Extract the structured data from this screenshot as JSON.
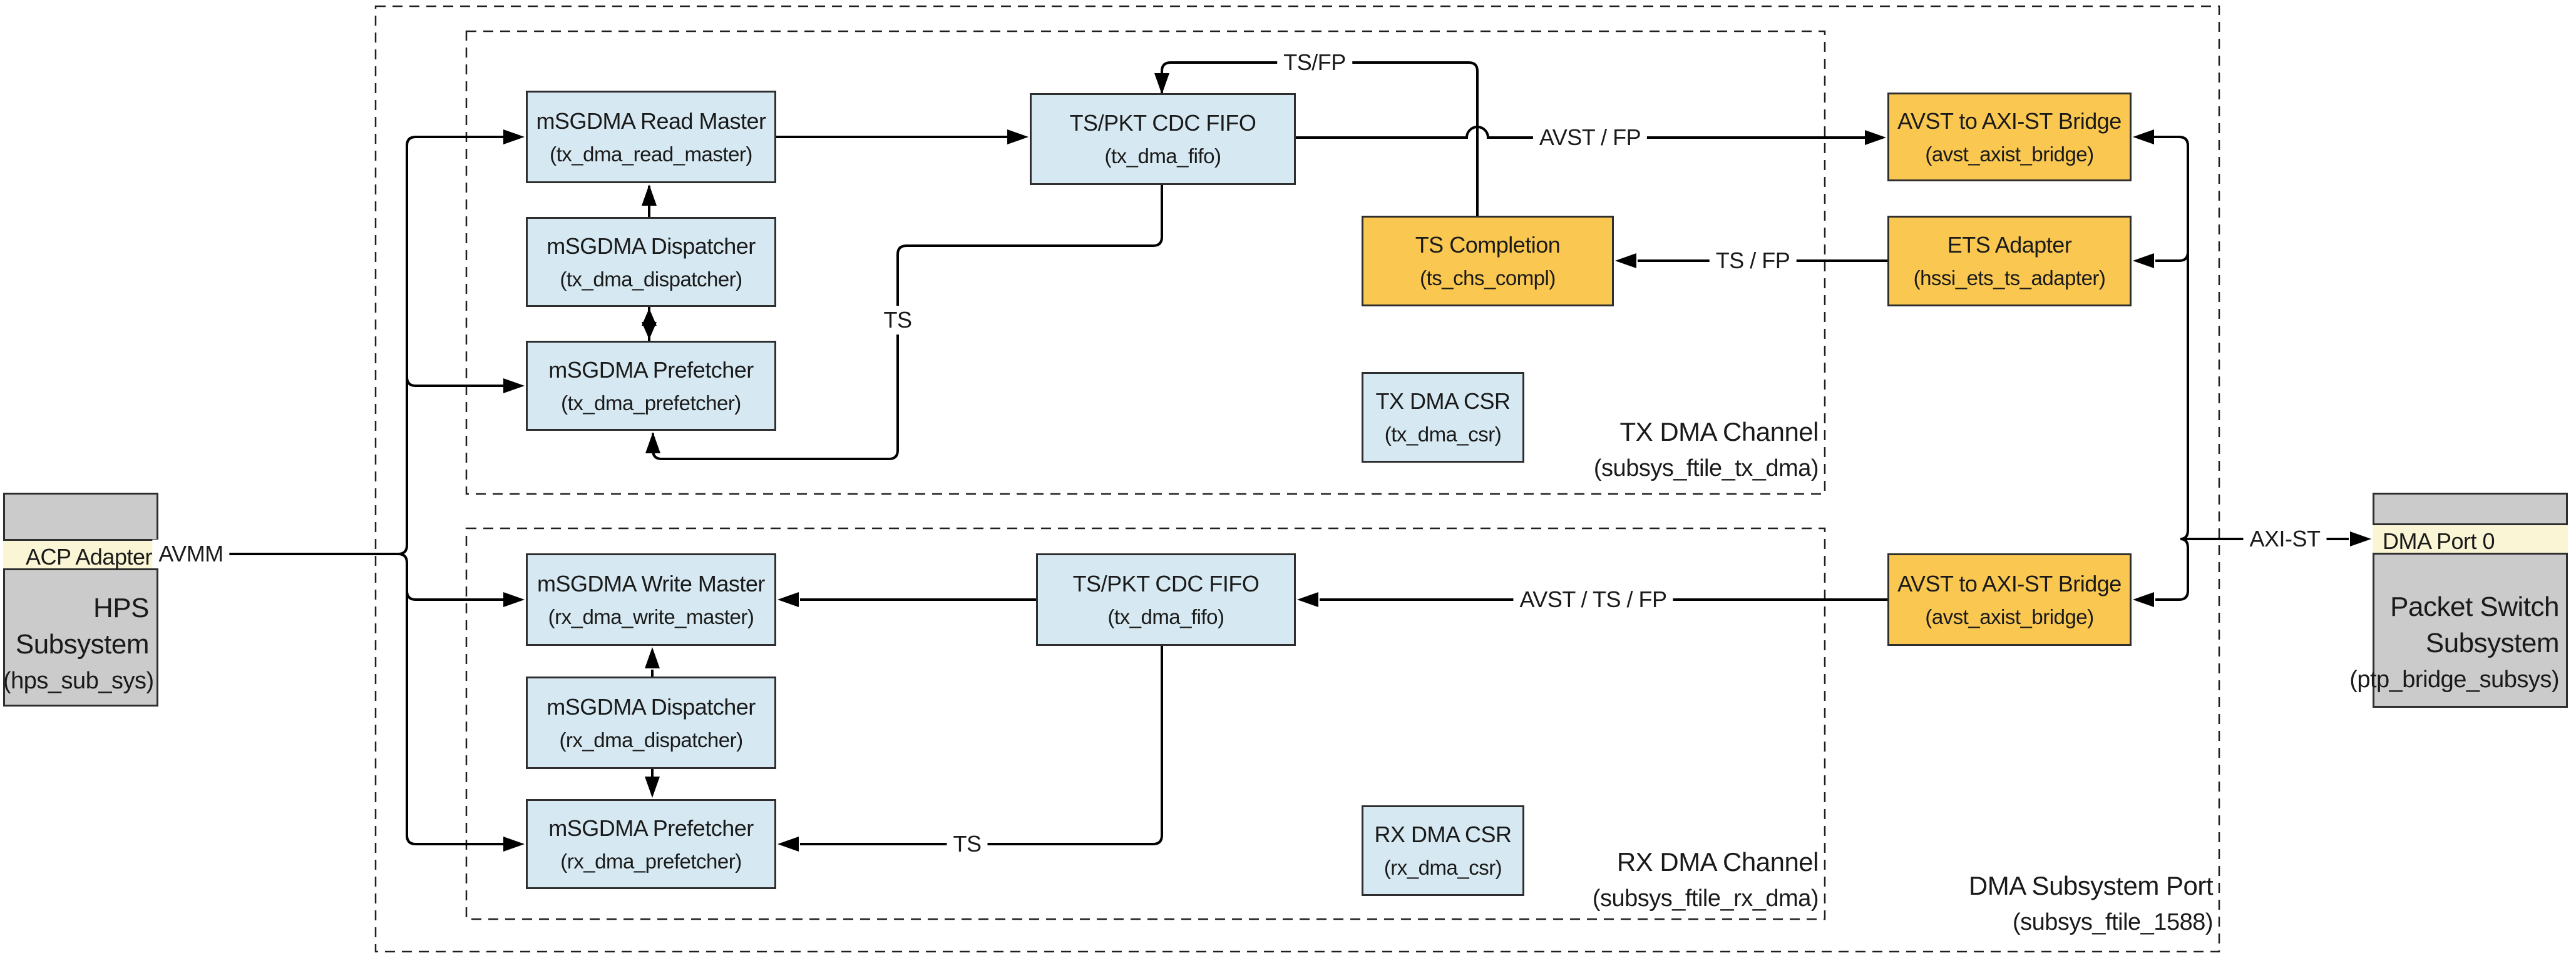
{
  "diagram": {
    "outer_section": {
      "title": "DMA Subsystem Port",
      "name": "(subsys_ftile_1588)"
    },
    "tx_section": {
      "title": "TX DMA Channel",
      "name": "(subsys_ftile_tx_dma)"
    },
    "rx_section": {
      "title": "RX DMA Channel",
      "name": "(subsys_ftile_rx_dma)"
    },
    "blocks": {
      "tx_read_master": {
        "title": "mSGDMA Read Master",
        "name": "(tx_dma_read_master)"
      },
      "tx_dispatcher": {
        "title": "mSGDMA Dispatcher",
        "name": "(tx_dma_dispatcher)"
      },
      "tx_prefetcher": {
        "title": "mSGDMA Prefetcher",
        "name": "(tx_dma_prefetcher)"
      },
      "tx_fifo": {
        "title": "TS/PKT CDC FIFO",
        "name": "(tx_dma_fifo)"
      },
      "tx_csr": {
        "title": "TX DMA CSR",
        "name": "(tx_dma_csr)"
      },
      "ts_completion": {
        "title": "TS Completion",
        "name": "(ts_chs_compl)"
      },
      "bridge_tx": {
        "title": "AVST to AXI-ST Bridge",
        "name": "(avst_axist_bridge)"
      },
      "ets_adapter": {
        "title": "ETS Adapter",
        "name": "(hssi_ets_ts_adapter)"
      },
      "rx_write_master": {
        "title": "mSGDMA Write Master",
        "name": "(rx_dma_write_master)"
      },
      "rx_dispatcher": {
        "title": "mSGDMA Dispatcher",
        "name": "(rx_dma_dispatcher)"
      },
      "rx_prefetcher": {
        "title": "mSGDMA Prefetcher",
        "name": "(rx_dma_prefetcher)"
      },
      "rx_fifo": {
        "title": "TS/PKT CDC FIFO",
        "name": "(tx_dma_fifo)"
      },
      "rx_csr": {
        "title": "RX DMA CSR",
        "name": "(rx_dma_csr)"
      },
      "bridge_rx": {
        "title": "AVST to AXI-ST Bridge",
        "name": "(avst_axist_bridge)"
      }
    },
    "hps": {
      "port": "ACP Adapter",
      "line1": "HPS",
      "line2": "Subsystem",
      "name": "(hps_sub_sys)"
    },
    "pktsw": {
      "port": "DMA Port 0",
      "line1": "Packet Switch",
      "line2": "Subsystem",
      "name": "(ptp_bridge_subsys)"
    },
    "wire_labels": {
      "avmm": "AVMM",
      "ts_fp_loop": "TS/FP",
      "avst_fp": "AVST / FP",
      "ts_fp_mid": "TS / FP",
      "ts_tx": "TS",
      "ts_rx": "TS",
      "avst_ts_fp": "AVST / TS / FP",
      "axi_st": "AXI-ST"
    },
    "colors": {
      "block_blue": "#d6e9f2",
      "block_orange": "#fac851",
      "box_gray": "#cbcbcb",
      "port_yellow": "#faf6d5",
      "line_black": "#000000"
    }
  }
}
